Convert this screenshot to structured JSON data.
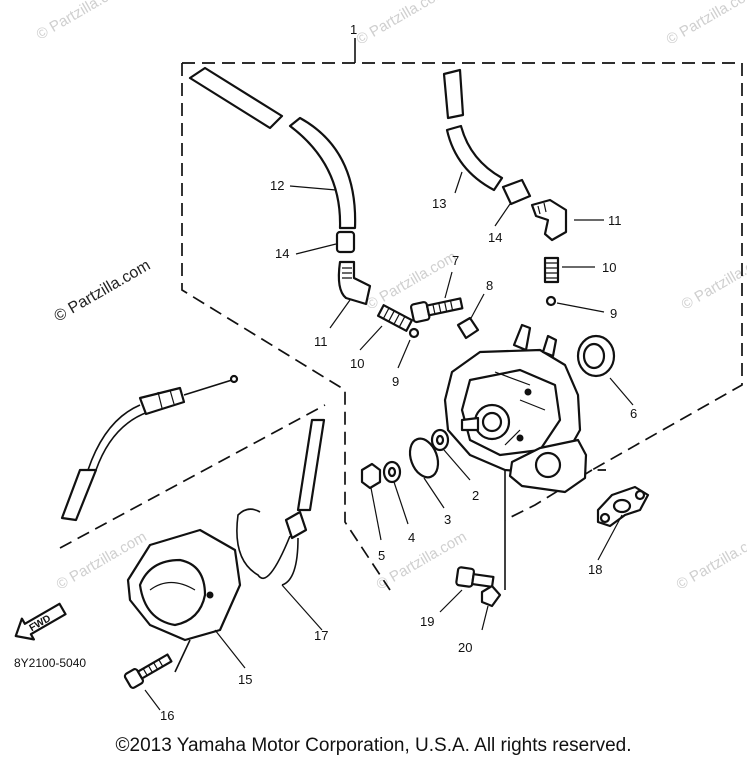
{
  "watermark": "© Partzilla.com",
  "drawing_code": "8Y2100-5040",
  "direction_label": "FWD",
  "copyright": "©2013  Yamaha Motor Corporation, U.S.A. All rights reserved.",
  "callouts": {
    "c1": "1",
    "c2": "2",
    "c3": "3",
    "c4": "4",
    "c5": "5",
    "c6": "6",
    "c7": "7",
    "c8": "8",
    "c9a": "9",
    "c9b": "9",
    "c10a": "10",
    "c10b": "10",
    "c11a": "11",
    "c11b": "11",
    "c12": "12",
    "c13": "13",
    "c14a": "14",
    "c14b": "14",
    "c15": "15",
    "c16": "16",
    "c17": "17",
    "c18": "18",
    "c19": "19",
    "c20": "20"
  }
}
